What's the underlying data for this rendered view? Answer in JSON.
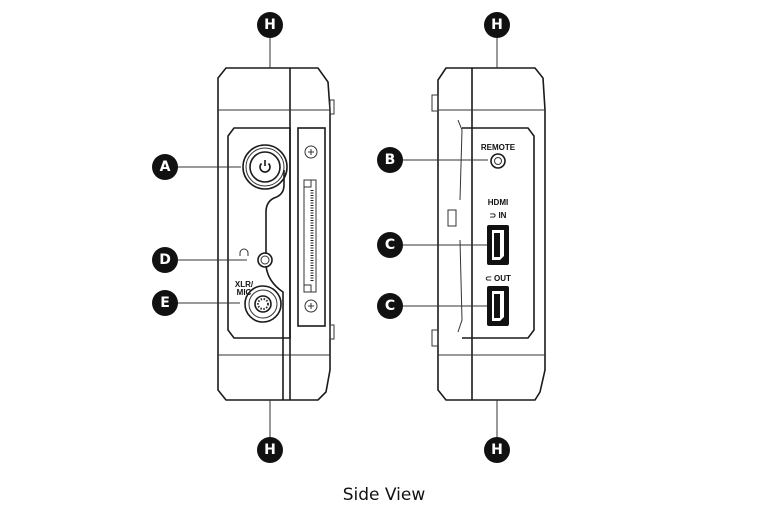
{
  "title": "Side View",
  "callouts": {
    "a": "A",
    "b": "B",
    "c1": "C",
    "c2": "C",
    "d": "D",
    "e": "E",
    "h1": "H",
    "h2": "H",
    "h3": "H",
    "h4": "H"
  },
  "left_panel": {
    "xlr_line1": "XLR/",
    "xlr_line2": "MIC"
  },
  "right_panel": {
    "remote": "REMOTE",
    "hdmi_logo": "HDMI",
    "in": "⊃ IN",
    "out": "⊂ OUT"
  }
}
